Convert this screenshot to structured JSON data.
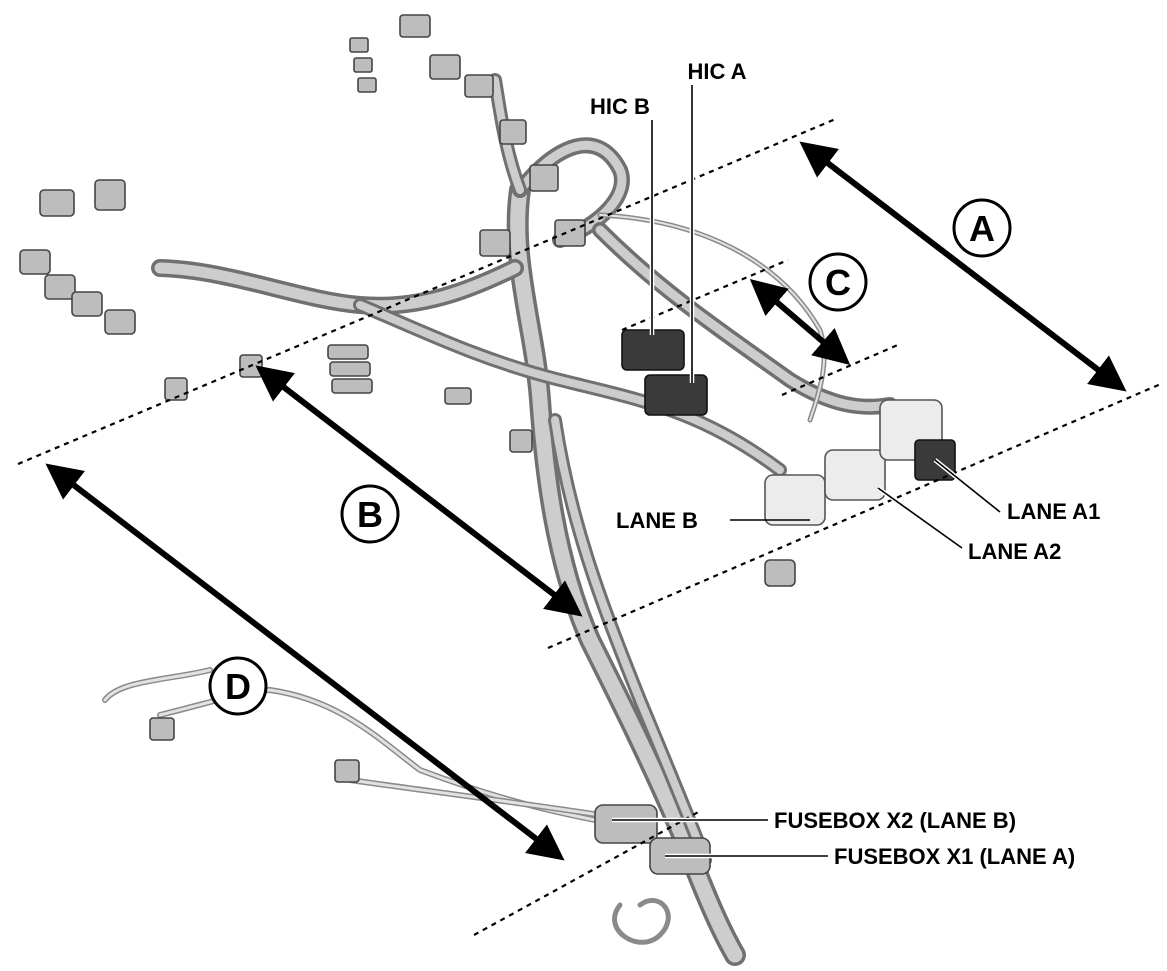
{
  "labels": {
    "hic_b": "HIC B",
    "hic_a": "HIC A",
    "lane_b": "LANE B",
    "lane_a1": "LANE A1",
    "lane_a2": "LANE A2",
    "fusebox_x2": "FUSEBOX X2 (LANE B)",
    "fusebox_x1": "FUSEBOX X1 (LANE A)"
  },
  "zones": {
    "a": "A",
    "b": "B",
    "c": "C",
    "d": "D"
  }
}
